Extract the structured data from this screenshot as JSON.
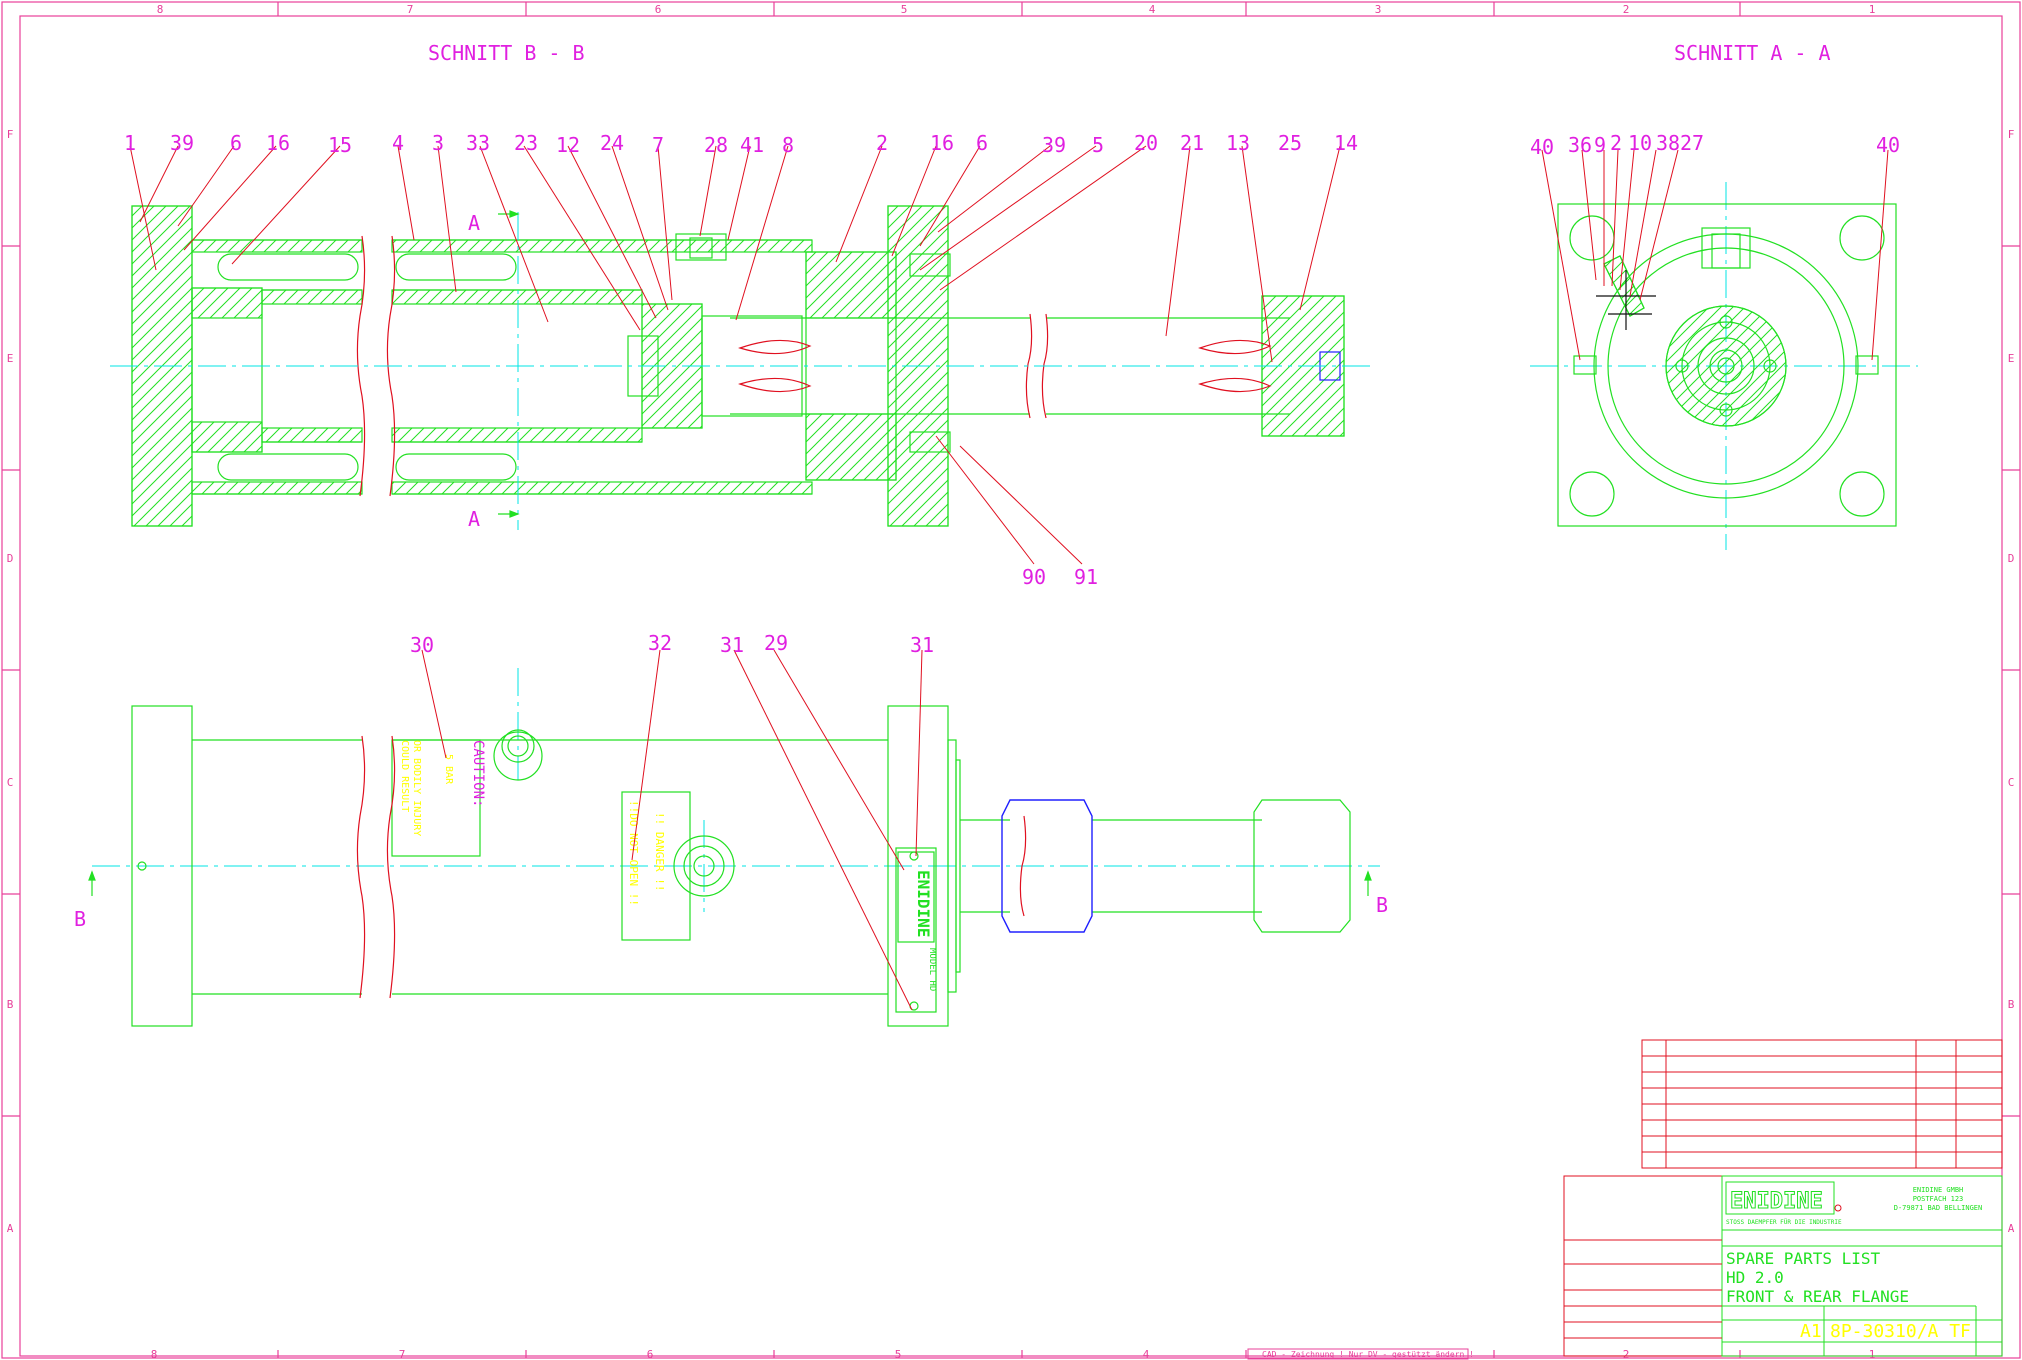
{
  "colors": {
    "frame": "#e8409a",
    "part": "#22e022",
    "center": "#00e5e5",
    "leader": "#e01020",
    "label": "#e020e0",
    "plate": "#ffff00",
    "blue": "#2020ff",
    "bg": "#ffffff"
  },
  "border": {
    "columns": [
      "8",
      "7",
      "6",
      "5",
      "4",
      "3",
      "2",
      "1"
    ],
    "rows": [
      "F",
      "E",
      "D",
      "C",
      "B",
      "A"
    ],
    "footer_note": "CAD - Zeichnung !    Nur DV - gestützt ändern !"
  },
  "views": {
    "section_bb": "SCHNITT B - B",
    "section_aa": "SCHNITT A - A",
    "cut_a": "A",
    "cut_b": "B"
  },
  "callouts": {
    "section_bb": [
      "1",
      "39",
      "6",
      "16",
      "15",
      "4",
      "3",
      "33",
      "23",
      "12",
      "24",
      "7",
      "28",
      "41",
      "8",
      "2",
      "16",
      "6",
      "39",
      "5",
      "20",
      "21",
      "13",
      "25",
      "14"
    ],
    "section_bb_bottom": [
      "90",
      "91"
    ],
    "section_aa": [
      "40",
      "36",
      "9",
      "2",
      "10",
      "38",
      "27",
      "40"
    ],
    "side_view": [
      "30",
      "32",
      "31",
      "29",
      "31"
    ]
  },
  "plates": {
    "caution_title": "CAUTION:",
    "caution_lines": [
      "5 BAR",
      "OR BODILY INJURY",
      "COULD RESULT"
    ],
    "danger_lines": [
      "!! DANGER !!",
      "!!DO NOT OPEN !!"
    ],
    "model_lines": [
      "ENIDINE",
      "MODEL HD"
    ]
  },
  "title_block": {
    "company_logo": "ENIDINE",
    "company_lines": [
      "ENIDINE GMBH",
      "POSTFACH 123",
      "D-79871 BAD BELLINGEN"
    ],
    "logo_tagline": "STOSS DAEMPFER FÜR DIE INDUSTRIE",
    "title_lines": [
      "SPARE PARTS LIST",
      "HD 2.0",
      "FRONT & REAR FLANGE"
    ],
    "sheet_size": "A1",
    "drawing_number": "8P-30310/A TF"
  }
}
